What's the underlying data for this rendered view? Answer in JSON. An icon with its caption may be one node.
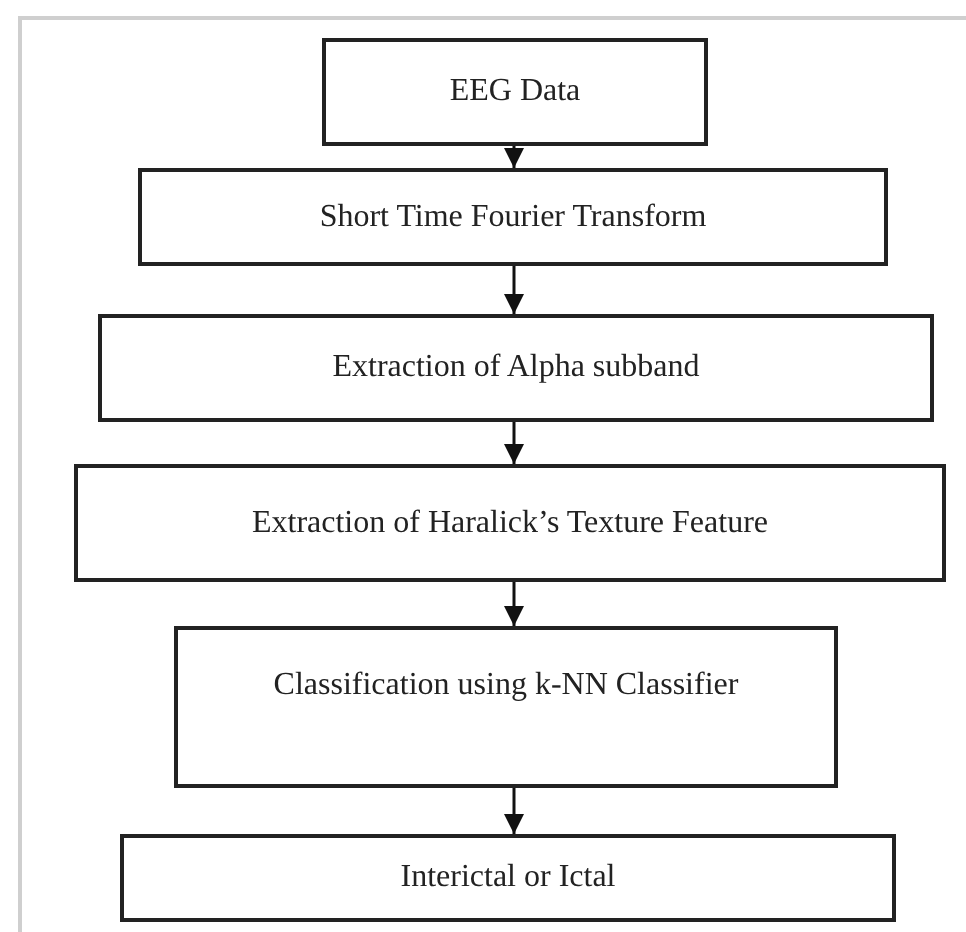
{
  "diagram": {
    "nodes": [
      {
        "text": [
          "EEG Data"
        ]
      },
      {
        "text": [
          "Short Time Fourier Transform"
        ]
      },
      {
        "text": [
          "Extraction of Alpha subband"
        ]
      },
      {
        "text": [
          "Extraction of Haralick’s Texture Feature"
        ]
      },
      {
        "text": [
          "Classification using k-NN Classifier"
        ]
      },
      {
        "text": [
          "Interictal or Ictal"
        ]
      }
    ],
    "edges": [
      {
        "from": 0,
        "to": 1,
        "arrow": "to"
      },
      {
        "from": 1,
        "to": 2,
        "arrow": "to"
      },
      {
        "from": 2,
        "to": 3,
        "arrow": "to"
      },
      {
        "from": 3,
        "to": 4,
        "arrow": "to"
      },
      {
        "from": 4,
        "to": 5,
        "arrow": "to"
      }
    ]
  }
}
